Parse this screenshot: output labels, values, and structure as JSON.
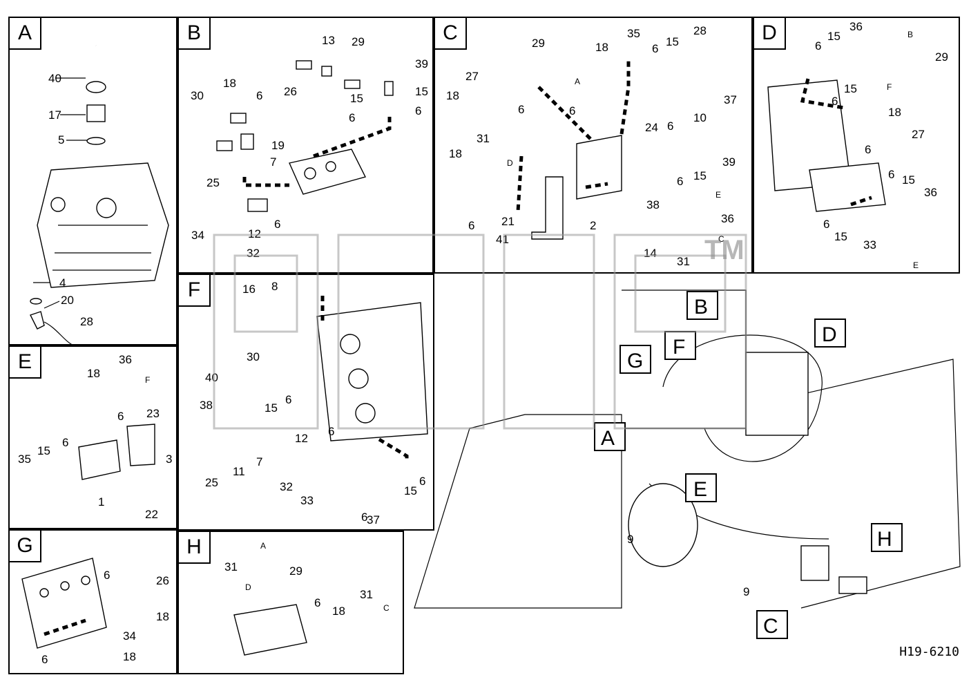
{
  "drawing_code": "H19-6210",
  "watermark_tm": "TM",
  "panels": {
    "A": {
      "tag": "A",
      "labels": [
        "40",
        "17",
        "5",
        "4",
        "20",
        "28"
      ]
    },
    "B": {
      "tag": "B",
      "labels": [
        "13",
        "29",
        "39",
        "30",
        "18",
        "6",
        "26",
        "15",
        "15",
        "6",
        "6",
        "19",
        "7",
        "25",
        "34",
        "12",
        "6",
        "32"
      ]
    },
    "C": {
      "tag": "C",
      "labels": [
        "29",
        "18",
        "35",
        "6",
        "15",
        "28",
        "27",
        "A",
        "6",
        "10",
        "37",
        "18",
        "6",
        "6",
        "24",
        "31",
        "D",
        "18",
        "21",
        "41",
        "6",
        "2",
        "38",
        "6",
        "15",
        "39",
        "36",
        "E",
        "14",
        "31",
        "C"
      ]
    },
    "D": {
      "tag": "D",
      "labels": [
        "6",
        "15",
        "36",
        "B",
        "29",
        "15",
        "F",
        "6",
        "18",
        "27",
        "6",
        "6",
        "15",
        "36",
        "6",
        "15",
        "33",
        "E"
      ]
    },
    "E": {
      "tag": "E",
      "labels": [
        "18",
        "36",
        "F",
        "6",
        "23",
        "35",
        "15",
        "6",
        "3",
        "1",
        "22"
      ]
    },
    "F": {
      "tag": "F",
      "labels": [
        "16",
        "8",
        "30",
        "40",
        "38",
        "15",
        "6",
        "12",
        "6",
        "25",
        "11",
        "7",
        "32",
        "33",
        "6",
        "15",
        "6",
        "37"
      ]
    },
    "G": {
      "tag": "G",
      "labels": [
        "6",
        "26",
        "18",
        "34",
        "6",
        "18"
      ]
    },
    "H": {
      "tag": "H",
      "labels": [
        "A",
        "31",
        "29",
        "D",
        "6",
        "18",
        "31",
        "C"
      ]
    }
  },
  "overview_callouts": [
    "B",
    "D",
    "G",
    "F",
    "A",
    "E",
    "H",
    "C"
  ],
  "overview_labels": [
    "9",
    "9"
  ]
}
